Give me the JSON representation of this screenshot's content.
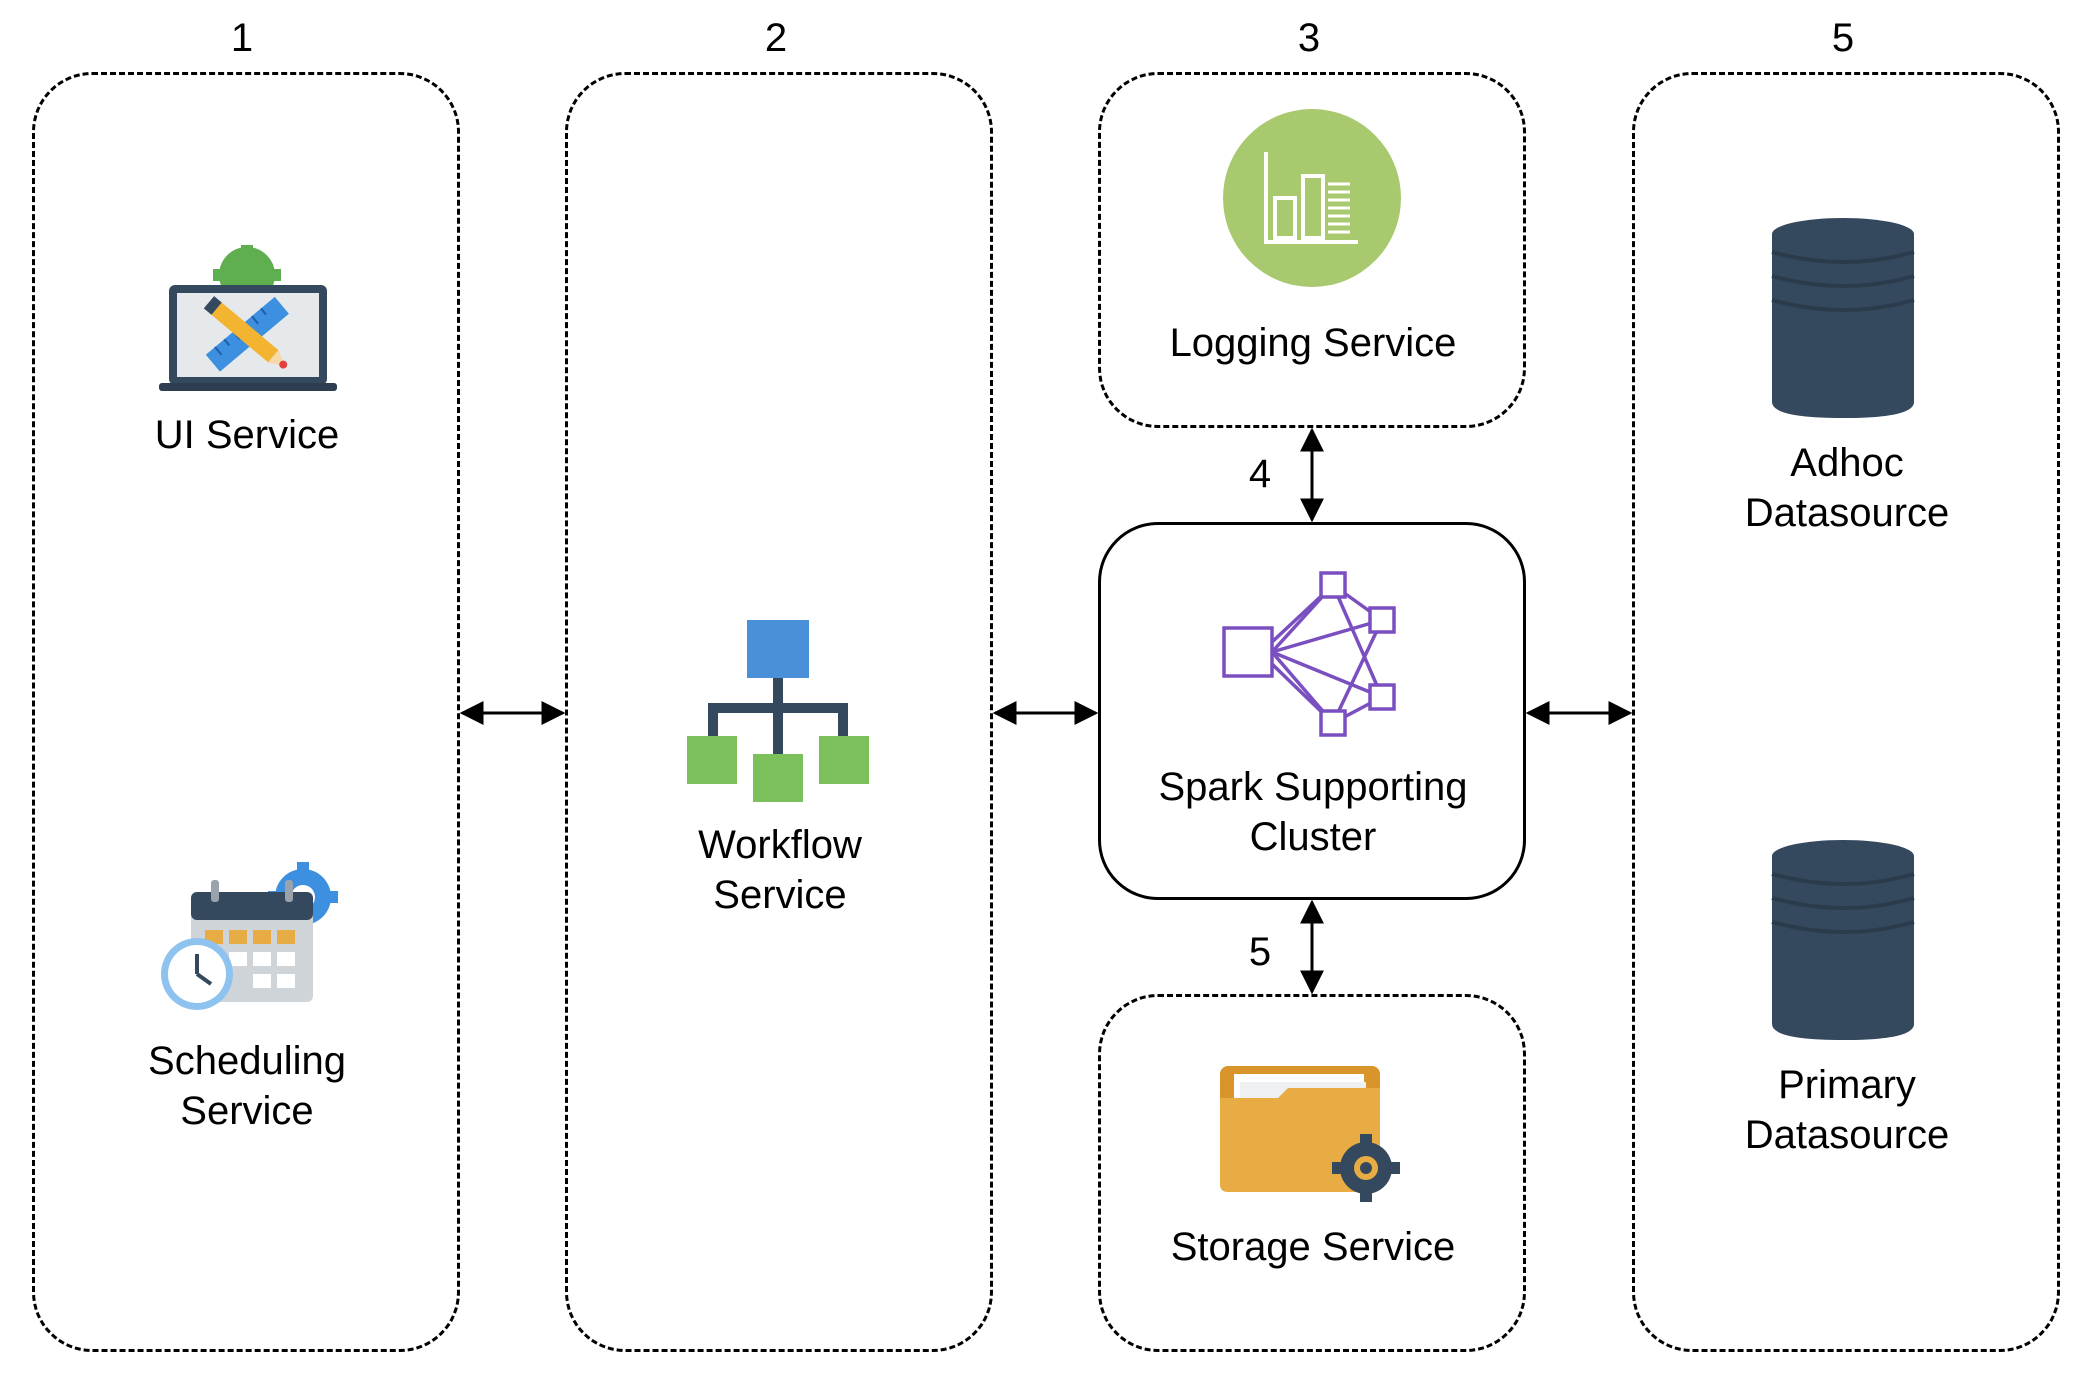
{
  "columns": [
    {
      "number": "1"
    },
    {
      "number": "2"
    },
    {
      "number": "3"
    },
    {
      "number": "5"
    }
  ],
  "connector_labels": {
    "logging_link": "4",
    "storage_link": "5"
  },
  "services": {
    "ui": "UI Service",
    "scheduling": "Scheduling\nService",
    "workflow": "Workflow\nService",
    "logging": "Logging Service",
    "spark": "Spark Supporting\nCluster",
    "storage": "Storage Service",
    "adhoc": "Adhoc\nDatasource",
    "primary": "Primary\nDatasource"
  },
  "icons": {
    "ui": "laptop-design-icon",
    "scheduling": "calendar-clock-icon",
    "workflow": "hierarchy-icon",
    "logging": "bar-chart-icon",
    "spark": "cluster-network-icon",
    "storage": "folder-gear-icon",
    "datasource": "database-icon"
  },
  "colors": {
    "logging_circle": "#a8c96e",
    "database": "#34495e",
    "workflow_top": "#4a90d9",
    "workflow_nodes": "#7cc05b",
    "spark_stroke": "#7a4fc0",
    "folder": "#e8ac44"
  }
}
